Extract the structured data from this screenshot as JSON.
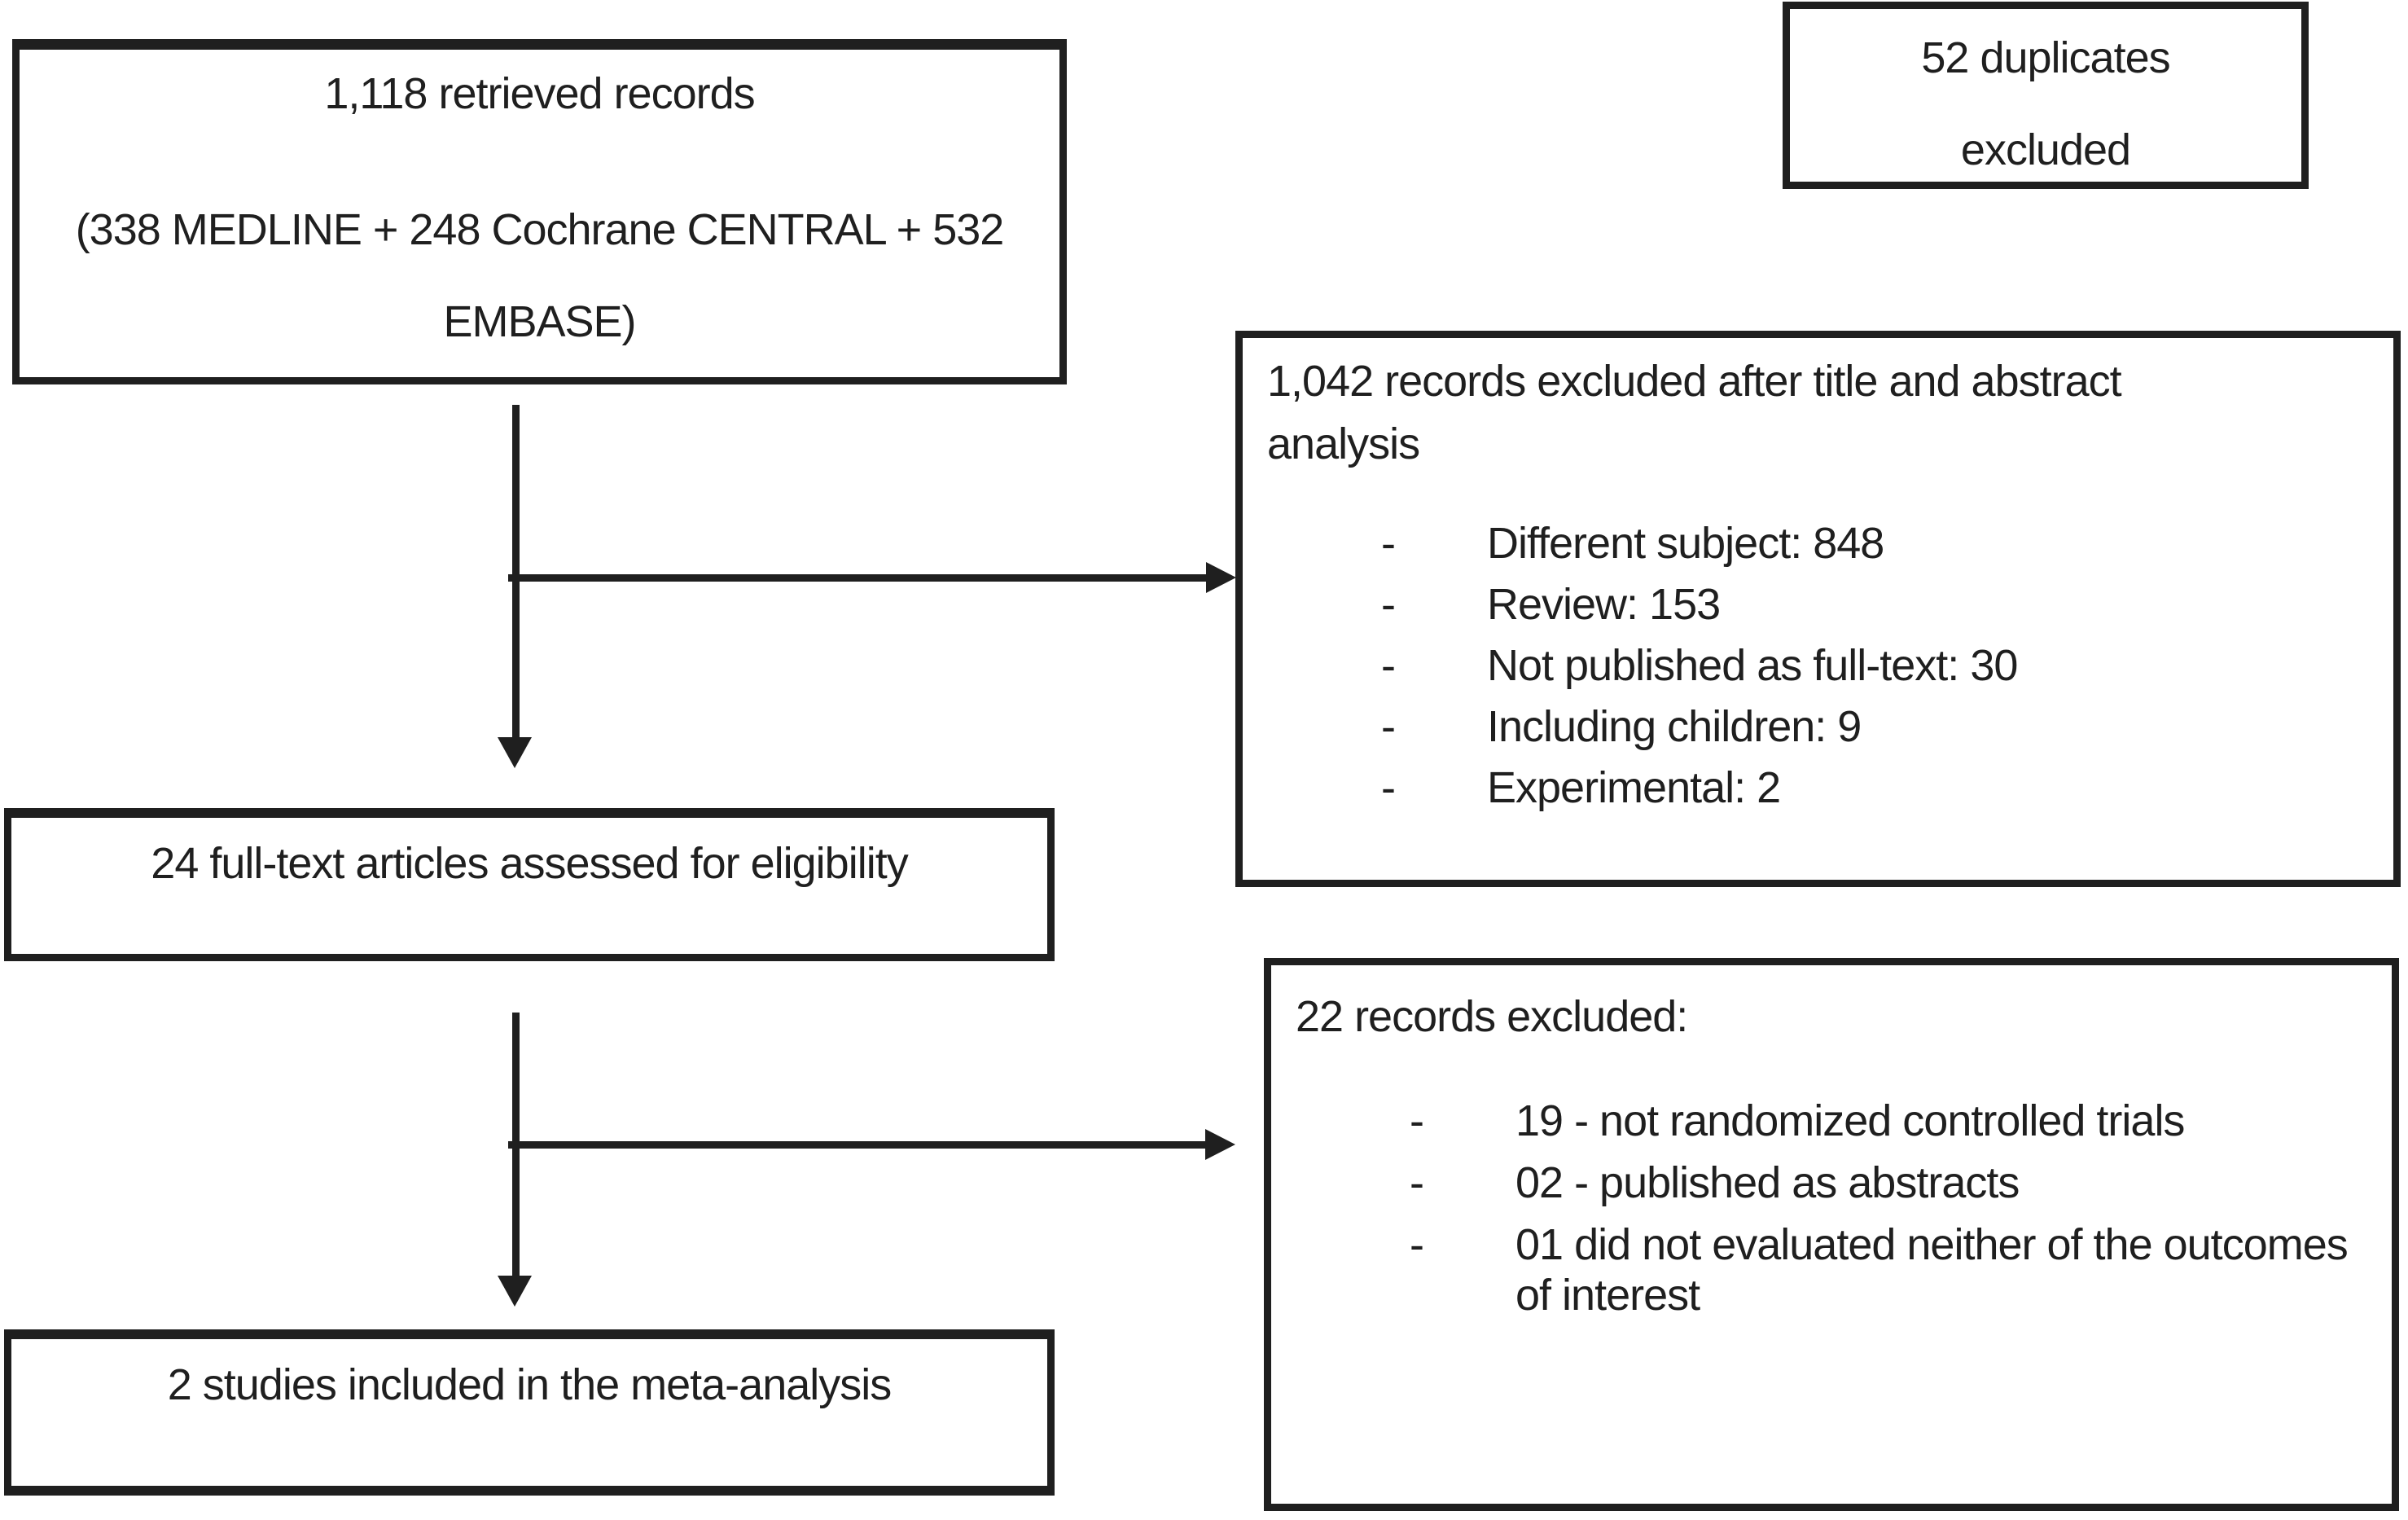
{
  "diagram": {
    "type": "prisma-flow",
    "bullet": "-",
    "colors": {
      "ink": "#1f1f1f",
      "background": "#ffffff"
    },
    "boxes": {
      "retrieved": {
        "line1": "1,118 retrieved records",
        "line2": "(338 MEDLINE + 248 Cochrane CENTRAL + 532",
        "line3": "EMBASE)"
      },
      "duplicates": {
        "line1": "52 duplicates",
        "line2": "excluded"
      },
      "title_abstract_exclusions": {
        "heading_line1": "1,042 records excluded after title and abstract",
        "heading_line2": "analysis",
        "items": [
          "Different subject: 848",
          "Review: 153",
          "Not published as full-text: 30",
          "Including children: 9",
          "Experimental: 2"
        ]
      },
      "fulltext_assessed": {
        "text": "24 full-text articles assessed for eligibility"
      },
      "fulltext_exclusions": {
        "heading": "22 records excluded:",
        "items": [
          "19 - not randomized controlled trials",
          "02 - published as abstracts",
          "01 did not evaluated neither of the outcomes of interest"
        ]
      },
      "included": {
        "text": "2 studies included in the meta-analysis"
      }
    }
  }
}
